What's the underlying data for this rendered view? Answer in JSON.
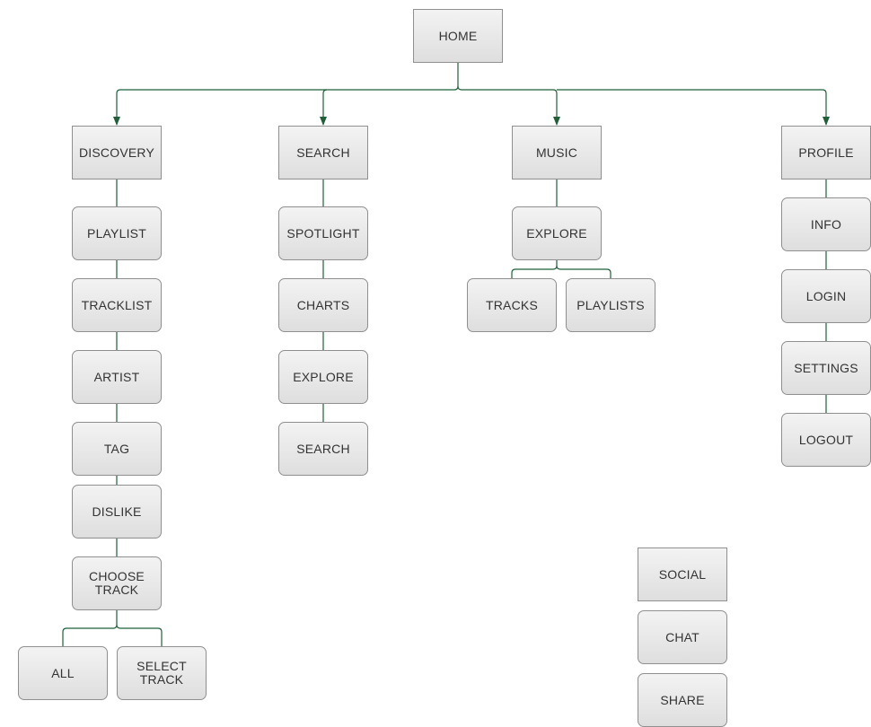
{
  "diagram": {
    "accent_color": "#1f5f3a",
    "nodes": {
      "home": "HOME",
      "discovery": "DISCOVERY",
      "search": "SEARCH",
      "music": "MUSIC",
      "profile": "PROFILE",
      "playlist": "PLAYLIST",
      "tracklist": "TRACKLIST",
      "artist": "ARTIST",
      "tag": "TAG",
      "dislike": "DISLIKE",
      "choose_track": "CHOOSE\nTRACK",
      "all": "ALL",
      "select_track": "SELECT\nTRACK",
      "spotlight": "SPOTLIGHT",
      "charts": "CHARTS",
      "search_explore": "EXPLORE",
      "search_search": "SEARCH",
      "music_explore": "EXPLORE",
      "tracks": "TRACKS",
      "playlists": "PLAYLISTS",
      "info": "INFO",
      "login": "LOGIN",
      "settings": "SETTINGS",
      "logout": "LOGOUT",
      "social": "SOCIAL",
      "chat": "CHAT",
      "share": "SHARE"
    }
  }
}
